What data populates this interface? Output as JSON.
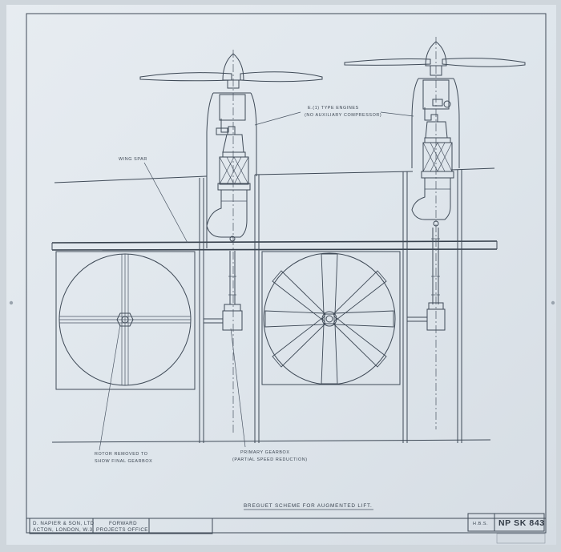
{
  "drawing": {
    "engines_label_1": "E.(1) TYPE ENGINES",
    "engines_label_2": "(NO AUXILIARY COMPRESSOR)",
    "wing_spar_label": "WING SPAR",
    "rotor_label_1": "ROTOR REMOVED TO",
    "rotor_label_2": "SHOW FINAL GEARBOX",
    "gearbox_label_1": "PRIMARY GEARBOX",
    "gearbox_label_2": "(PARTIAL SPEED REDUCTION)",
    "title": "BREGUET SCHEME FOR AUGMENTED LIFT."
  },
  "title_block": {
    "company_line_1": "D. NAPIER & SON, LTD",
    "company_line_2": "ACTON, LONDON, W.3.",
    "office_line_1": "FORWARD",
    "office_line_2": "PROJECTS OFFICE",
    "initials": "H.B.S.",
    "drawing_number": "NP SK 843"
  },
  "colors": {
    "paper": "#e3e9ef",
    "ink": "#3f4a57",
    "background": "#cfd6dc"
  }
}
